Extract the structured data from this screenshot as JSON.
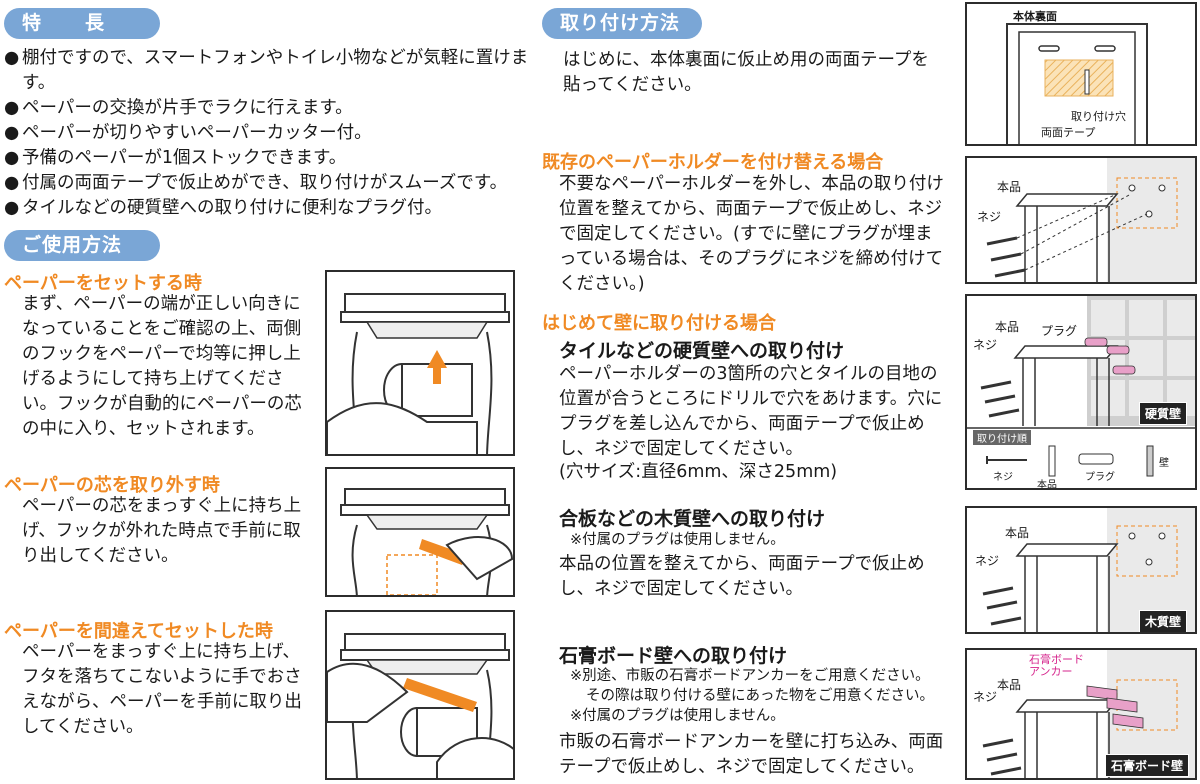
{
  "features": {
    "title": "特長",
    "items": [
      "棚付ですので、スマートフォンやトイレ小物などが気軽に置けます。",
      "ペーパーの交換が片手でラクに行えます。",
      "ペーパーが切りやすいペーパーカッター付。",
      "予備のペーパーが1個ストックできます。",
      "付属の両面テープで仮止めができ、取り付けがスムーズです。",
      "タイルなどの硬質壁への取り付けに便利なプラグ付。"
    ]
  },
  "usage": {
    "title": "ご使用方法",
    "sections": [
      {
        "heading": "ペーパーをセットする時",
        "body": "まず、ペーパーの端が正しい向きになっていることをご確認の上、両側のフックをペーパーで均等に押し上げるようにして持ち上げてください。フックが自動的にペーパーの芯の中に入り、セットされます。"
      },
      {
        "heading": "ペーパーの芯を取り外す時",
        "body": "ペーパーの芯をまっすぐ上に持ち上げ、フックが外れた時点で手前に取り出してください。"
      },
      {
        "heading": "ペーパーを間違えてセットした時",
        "body": "ペーパーをまっすぐ上に持ち上げ、フタを落ちてこないように手でおさえながら、ペーパーを手前に取り出してください。"
      }
    ]
  },
  "install": {
    "title": "取り付け方法",
    "intro": "はじめに、本体裏面に仮止め用の両面テープを貼ってください。",
    "replace_heading": "既存のペーパーホルダーを付け替える場合",
    "replace_body": "不要なペーパーホルダーを外し、本品の取り付け位置を整えてから、両面テープで仮止めし、ネジで固定してください。(すでに壁にプラグが埋まっている場合は、そのプラグにネジを締め付けてください。)",
    "first_heading": "はじめて壁に取り付ける場合",
    "tile_heading": "タイルなどの硬質壁への取り付け",
    "tile_body": "ペーパーホルダーの3箇所の穴とタイルの目地の位置が合うところにドリルで穴をあけます。穴にプラグを差し込んでから、両面テープで仮止めし、ネジで固定してください。",
    "tile_size": "(穴サイズ:直径6mm、深さ25mm)",
    "wood_heading": "合板などの木質壁への取り付け",
    "wood_note": "※付属のプラグは使用しません。",
    "wood_body": "本品の位置を整えてから、両面テープで仮止めし、ネジで固定してください。",
    "gypsum_heading": "石膏ボード壁への取り付け",
    "gypsum_note1": "※別途、市販の石膏ボードアンカーをご用意ください。",
    "gypsum_note2": "その際は取り付ける壁にあった物をご用意ください。",
    "gypsum_note3": "※付属のプラグは使用しません。",
    "gypsum_body": "市販の石膏ボードアンカーを壁に打ち込み、両面テープで仮止めし、ネジで固定してください。"
  },
  "diagrams": {
    "back_label": "本体裏面",
    "hole_label": "取り付け穴",
    "tape_label": "両面テープ",
    "product_label": "本品",
    "screw_label": "ネジ",
    "plug_label": "プラグ",
    "hard_wall": "硬質壁",
    "order_label": "取り付け順",
    "wall_label": "壁",
    "wood_wall": "木質壁",
    "gypsum_anchor": "石膏ボードアンカー",
    "gypsum_wall": "石膏ボード壁"
  },
  "colors": {
    "accent_orange": "#f08a24",
    "pill_blue": "#7aa6d6",
    "plug_pink": "#e8a0c8",
    "magenta_label": "#d6248c"
  }
}
